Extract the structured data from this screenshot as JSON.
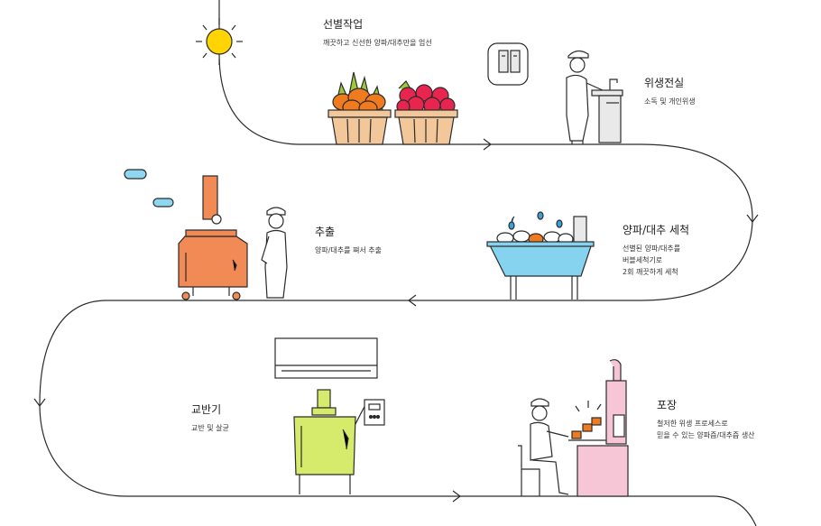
{
  "steps": [
    {
      "id": "select",
      "title": "선별작업",
      "desc": "깨끗하고 신선한 양파/대추만을 엄선"
    },
    {
      "id": "hygiene",
      "title": "위생전실",
      "desc": "소독 및 개인위생"
    },
    {
      "id": "wash",
      "title": "양파/대추 세척",
      "desc": "선별된 양파/대추를\n버블세척기로\n2회 깨끗하게 세척"
    },
    {
      "id": "extract",
      "title": "추출",
      "desc": "양파/대추를 쪄서 추출"
    },
    {
      "id": "stir",
      "title": "교반기",
      "desc": "교반 및 살균"
    },
    {
      "id": "pack",
      "title": "포장",
      "desc": "철저한 위생 프로세스로\n믿을 수 있는 양파즙/대추즙 생산"
    }
  ],
  "colors": {
    "line": "#2b2b2b",
    "sun": "#ffd400",
    "onion": "#f07a1e",
    "jujube": "#e8254f",
    "basket": "#f2c89a",
    "washer": "#86d3f0",
    "water_drop": "#3aa0d8",
    "extractor": "#f28a55",
    "mixer": "#d6ea6b",
    "packer": "#f7c6d6",
    "steel": "#e9e9e9"
  },
  "icons": [
    "sun-icon",
    "cloud-icon",
    "arrow-right-icon",
    "arrow-left-icon",
    "arrow-down-icon"
  ]
}
